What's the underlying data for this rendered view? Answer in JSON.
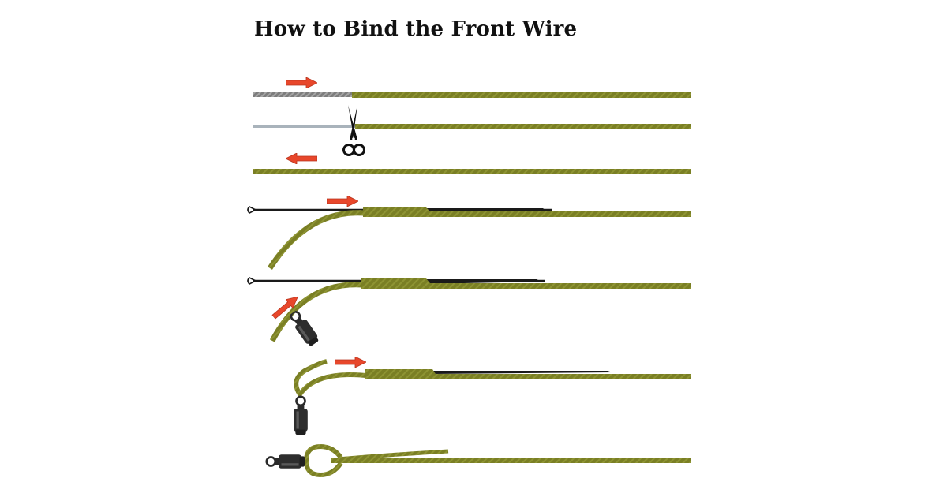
{
  "title": "How to Bind the Front Wire",
  "colors": {
    "line": "#7a7f24",
    "line_stripe": "#8e9433",
    "leader_gray": "#8d8d8d",
    "core_blue_gray": "#a9b3bb",
    "needle": "#1a1a1a",
    "arrow": "#e8472b",
    "swivel": "#2a2a2a"
  },
  "icons": [
    "scissors-icon",
    "arrow-icon",
    "swivel-icon",
    "splicing-needle-icon"
  ],
  "steps": [
    {
      "id": 1,
      "arrow_direction": "right"
    },
    {
      "id": 2,
      "tool": "scissors"
    },
    {
      "id": 3,
      "arrow_direction": "left"
    },
    {
      "id": 4,
      "arrow_direction": "right",
      "tool": "splicing needle"
    },
    {
      "id": 5,
      "arrow_direction": "up-right",
      "tool": "swivel"
    },
    {
      "id": 6,
      "arrow_direction": "right",
      "tool": "swivel"
    },
    {
      "id": 7,
      "tool": "swivel",
      "result": "loop"
    }
  ]
}
